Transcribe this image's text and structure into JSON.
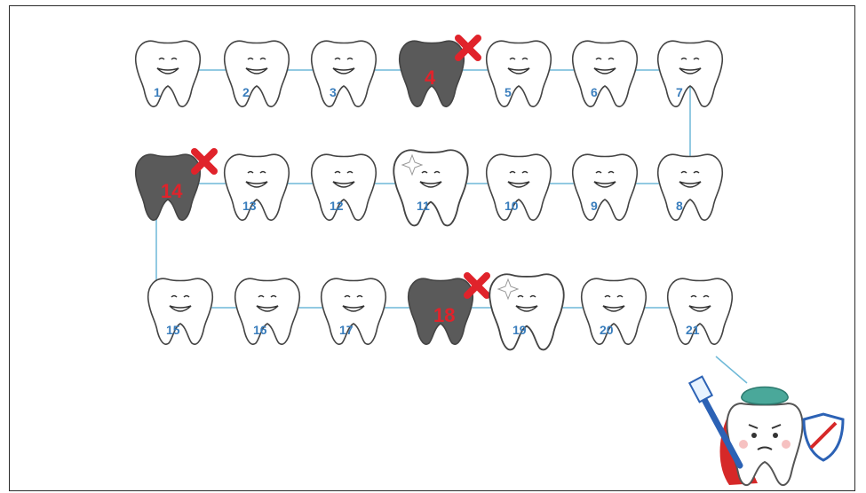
{
  "game": {
    "teeth": [
      {
        "label": "1",
        "state": "healthy"
      },
      {
        "label": "2",
        "state": "healthy"
      },
      {
        "label": "3",
        "state": "healthy"
      },
      {
        "label": "4",
        "state": "decayed"
      },
      {
        "label": "5",
        "state": "healthy"
      },
      {
        "label": "6",
        "state": "healthy"
      },
      {
        "label": "7",
        "state": "healthy"
      },
      {
        "label": "8",
        "state": "healthy"
      },
      {
        "label": "9",
        "state": "healthy"
      },
      {
        "label": "10",
        "state": "healthy"
      },
      {
        "label": "11",
        "state": "sparkling"
      },
      {
        "label": "12",
        "state": "healthy"
      },
      {
        "label": "13",
        "state": "healthy"
      },
      {
        "label": "14",
        "state": "decayed"
      },
      {
        "label": "15",
        "state": "healthy"
      },
      {
        "label": "16",
        "state": "healthy"
      },
      {
        "label": "17",
        "state": "healthy"
      },
      {
        "label": "18",
        "state": "decayed"
      },
      {
        "label": "19",
        "state": "sparkling"
      },
      {
        "label": "20",
        "state": "healthy"
      },
      {
        "label": "21",
        "state": "healthy"
      }
    ],
    "colors": {
      "number": "#3a7ebd",
      "decayed_number": "#e0232b",
      "decayed_fill": "#5a5a5a",
      "cross": "#e0232b",
      "path": "#6fb9d8",
      "tooth_outline": "#444444",
      "mascot_cap": "#4aa89a",
      "cape": "#d62828",
      "brush": "#2c62b5"
    },
    "mascot": {
      "icon": "superhero-tooth-icon"
    }
  }
}
